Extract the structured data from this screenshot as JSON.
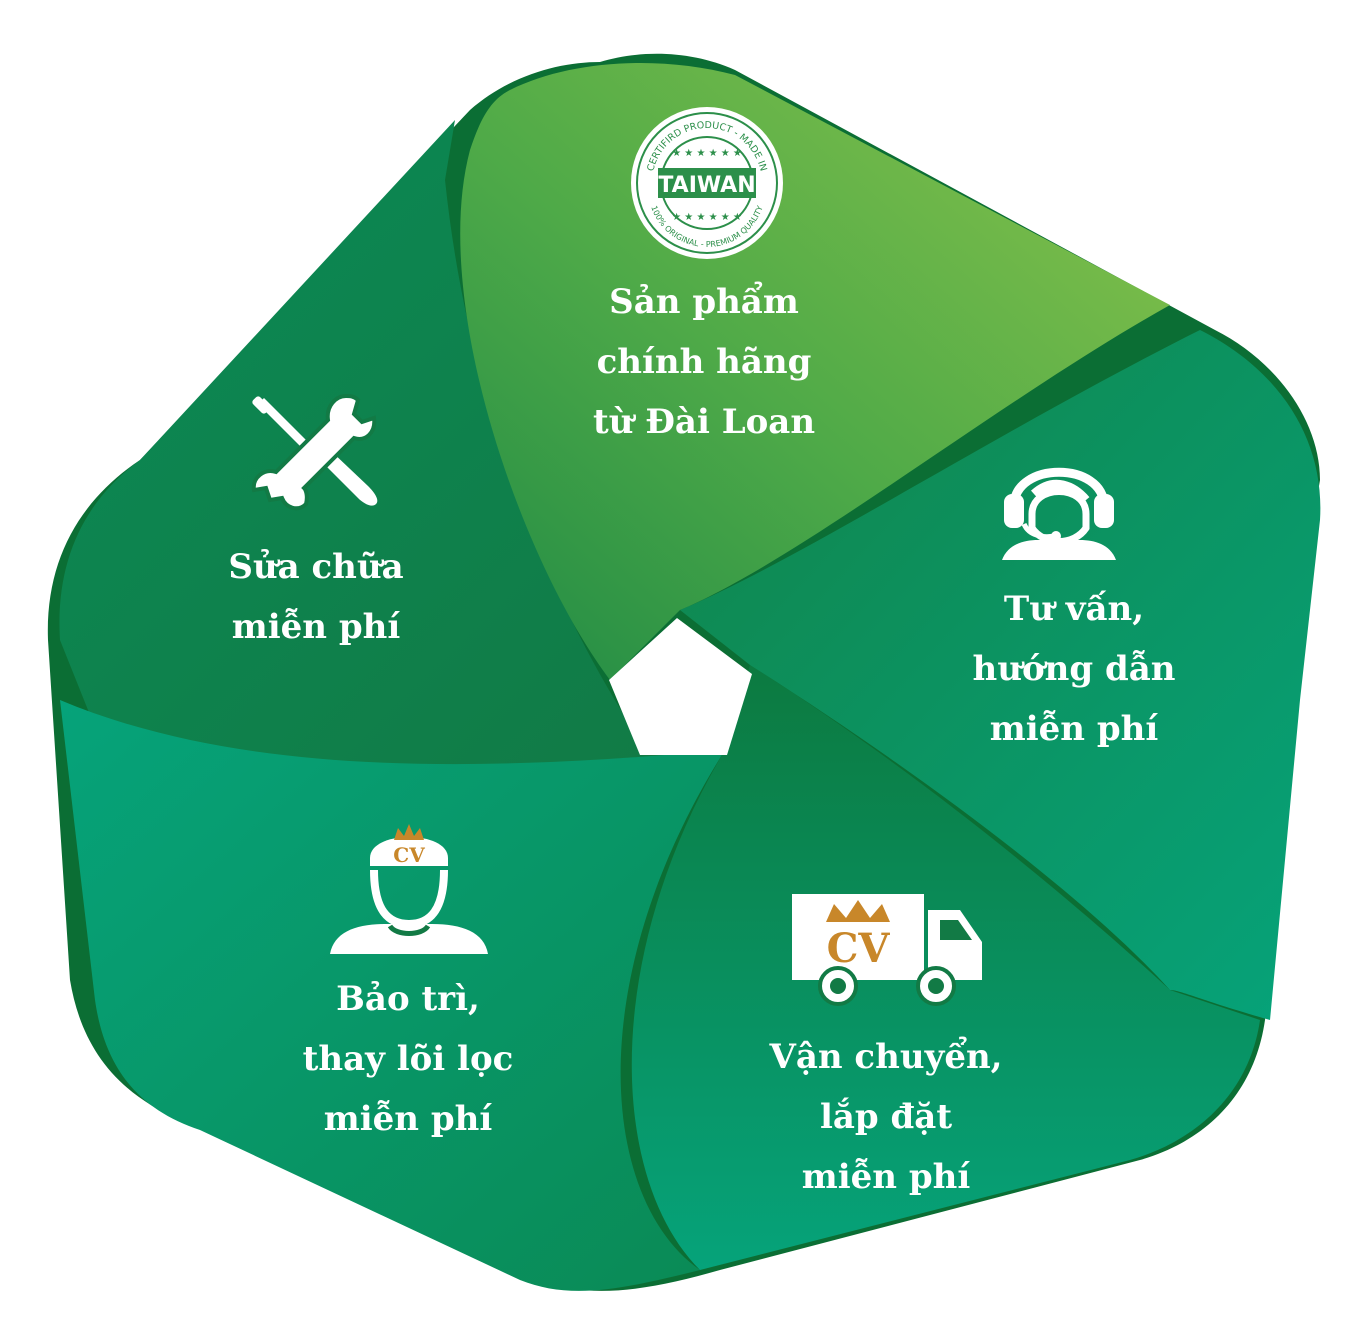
{
  "diagram": {
    "colors": {
      "band_light": "#8bc34a",
      "band_mid": "#3fa24c",
      "band_dark": "#0f7a3a",
      "band_teal": "#06a37a",
      "band_edge": "#0b6e34",
      "center": "#ffffff",
      "icon": "#ffffff",
      "crown_gold": "#c8872a"
    },
    "segments": [
      {
        "id": "top",
        "lines": [
          "Sản  phẩm",
          "chính hãng",
          "từ Đài Loan"
        ],
        "icon": "taiwan-seal-icon"
      },
      {
        "id": "right",
        "lines": [
          "Tư vấn,",
          "hướng dẫn",
          "miễn phí"
        ],
        "icon": "headset-agent-icon"
      },
      {
        "id": "bottom_right",
        "lines": [
          "Vận chuyển,",
          "lắp đặt",
          "miễn phí"
        ],
        "icon": "delivery-truck-icon"
      },
      {
        "id": "bottom_left",
        "lines": [
          "Bảo trì,",
          "thay lõi lọc",
          "miễn phí"
        ],
        "icon": "technician-icon"
      },
      {
        "id": "left",
        "lines": [
          "Sửa chữa",
          "miễn phí"
        ],
        "icon": "wrench-screwdriver-icon"
      }
    ],
    "seal": {
      "center_text": "TAIWAN",
      "top_arc": "CERTIFIRD PRODUCT - MADE IN",
      "bottom_arc": "100% ORIGINAL - PREMIUM QUALITY"
    },
    "badge_letters": "CV"
  }
}
